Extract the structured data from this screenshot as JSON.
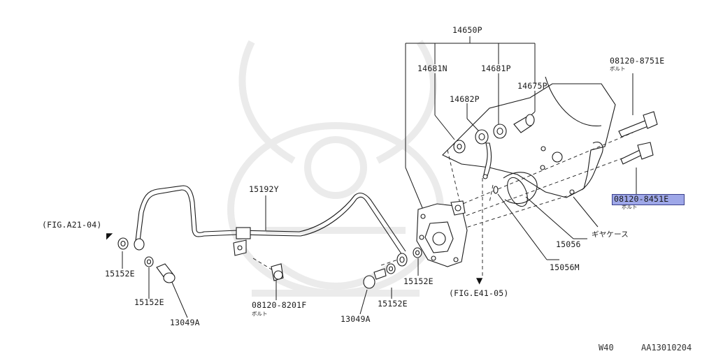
{
  "labels": {
    "p14650P": "14650P",
    "p14681N": "14681N",
    "p14681P": "14681P",
    "p14682P": "14682P",
    "p14675P": "14675P",
    "p08120_8751E": "08120-8751E",
    "p08120_8751E_sub": "ボルト",
    "p08120_8451E": "08120-8451E",
    "p08120_8451E_sub": "ボルト",
    "gear_case": "ギヤケース",
    "p15056": "15056",
    "p15056M": "15056M",
    "p15192Y": "15192Y",
    "fig_a21": "(FIG.A21-04)",
    "fig_e41": "(FIG.E41-05)",
    "p15152E_a": "15152E",
    "p15152E_b": "15152E",
    "p15152E_c": "15152E",
    "p15152E_d": "15152E",
    "p13049A_a": "13049A",
    "p13049A_b": "13049A",
    "p08120_8201F": "08120-8201F",
    "p08120_8201F_sub": "ボルト"
  },
  "footer": {
    "model": "W40",
    "code": "AA13010204"
  },
  "highlight_color": "#9ea7e8"
}
